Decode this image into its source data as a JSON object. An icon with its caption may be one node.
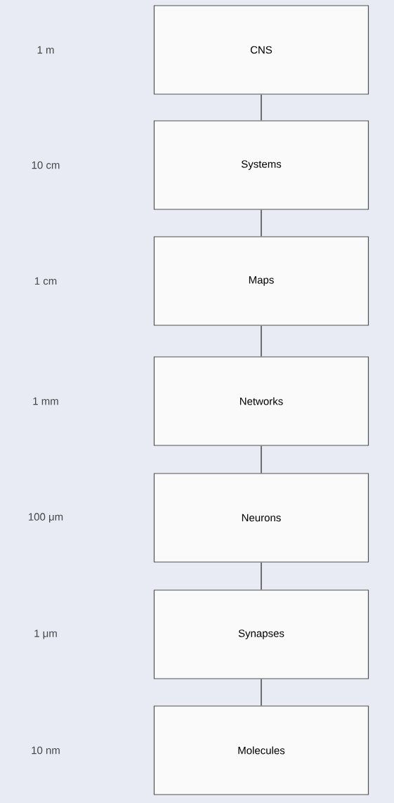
{
  "diagram": {
    "nodes": [
      {
        "text": [
          "CNS"
        ]
      },
      {
        "text": [
          "Systems"
        ]
      },
      {
        "text": [
          "Maps"
        ]
      },
      {
        "text": [
          "Networks"
        ]
      },
      {
        "text": [
          "Neurons"
        ]
      },
      {
        "text": [
          "Synapses"
        ]
      },
      {
        "text": [
          "Molecules"
        ]
      }
    ],
    "edges": [
      {
        "from": 0,
        "to": 1,
        "arrow": "none"
      },
      {
        "from": 1,
        "to": 2,
        "arrow": "none"
      },
      {
        "from": 2,
        "to": 3,
        "arrow": "none"
      },
      {
        "from": 3,
        "to": 4,
        "arrow": "none"
      },
      {
        "from": 4,
        "to": 5,
        "arrow": "none"
      },
      {
        "from": 5,
        "to": 6,
        "arrow": "none"
      }
    ],
    "labels": [
      "1 m",
      "10 cm",
      "1 cm",
      "1 mm",
      "100 μm",
      "1 μm",
      "10 nm"
    ]
  }
}
